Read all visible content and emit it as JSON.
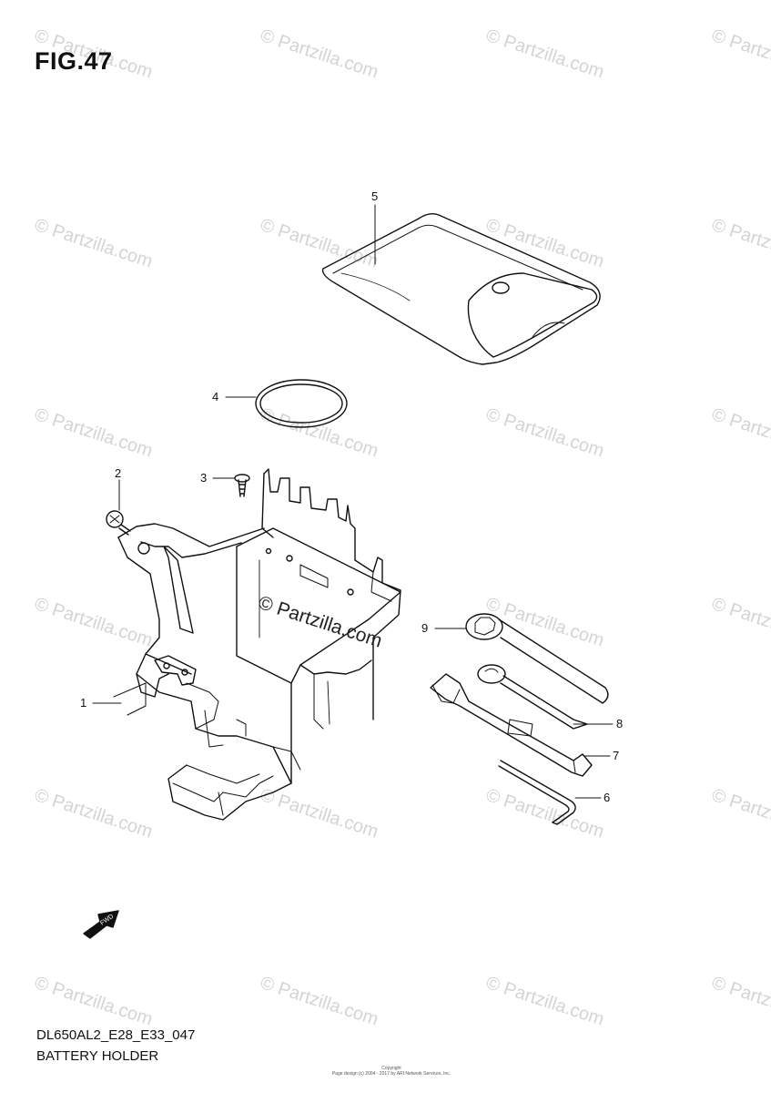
{
  "figure": {
    "title": "FIG.47"
  },
  "footer": {
    "model_code": "DL650AL2_E28_E33_047",
    "part_name": "BATTERY HOLDER",
    "copyright_title": "Copyright",
    "copyright_line": "Page design (c) 2004 - 2017 by ARI Network Services, Inc."
  },
  "watermark": {
    "text": "© Partzilla.com"
  },
  "fwd_arrow": {
    "label": "FWD"
  },
  "callouts": [
    {
      "number": "1",
      "part": "battery-holder"
    },
    {
      "number": "2",
      "part": "bolt"
    },
    {
      "number": "3",
      "part": "screw"
    },
    {
      "number": "4",
      "part": "o-ring"
    },
    {
      "number": "5",
      "part": "tool-bag"
    },
    {
      "number": "6",
      "part": "hex-wrench"
    },
    {
      "number": "7",
      "part": "socket-wrench"
    },
    {
      "number": "8",
      "part": "handle-wrench"
    },
    {
      "number": "9",
      "part": "ring-spanner"
    }
  ]
}
